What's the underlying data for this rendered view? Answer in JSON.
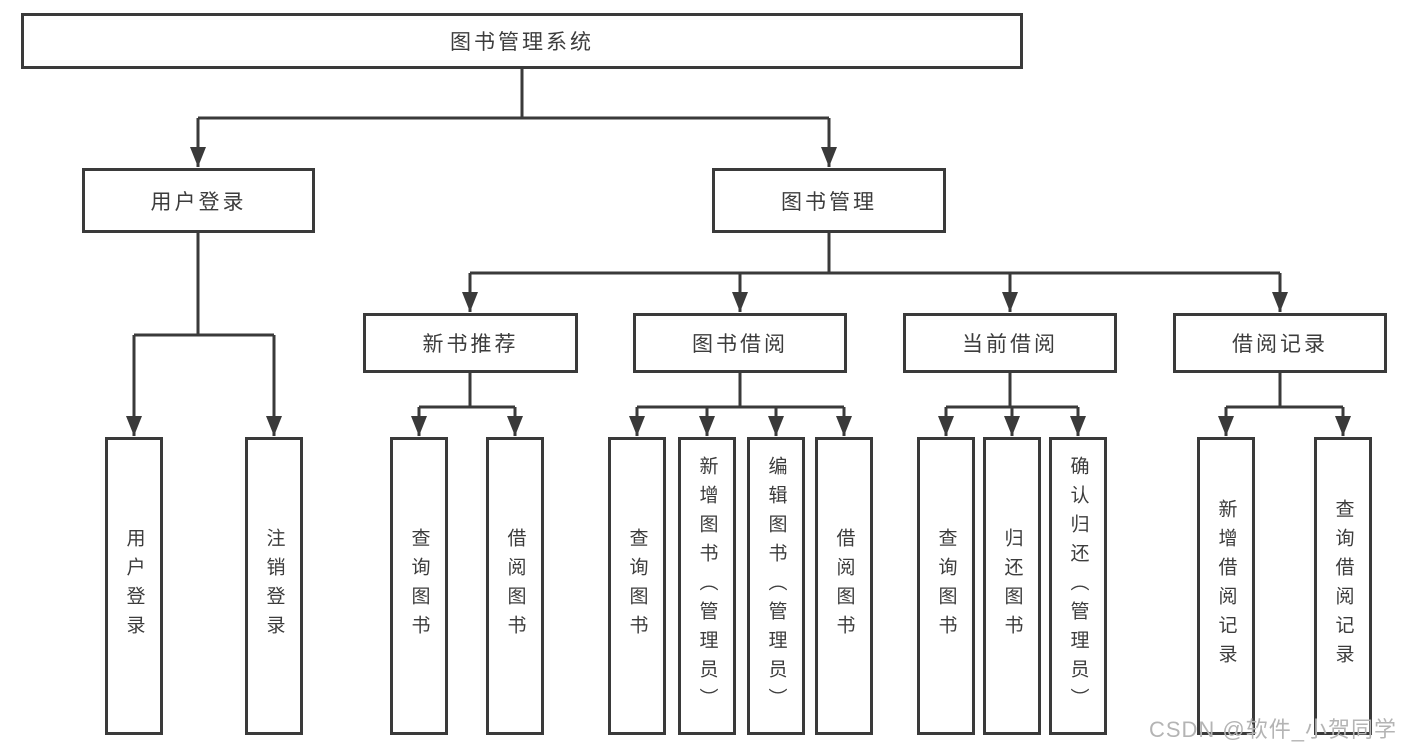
{
  "diagram": {
    "root": {
      "label": "图书管理系统"
    },
    "branches": [
      {
        "label": "用户登录",
        "children": [
          {
            "label": "用户登录"
          },
          {
            "label": "注销登录"
          }
        ]
      },
      {
        "label": "图书管理",
        "children": [
          {
            "label": "新书推荐",
            "children": [
              {
                "label": "查询图书"
              },
              {
                "label": "借阅图书"
              }
            ]
          },
          {
            "label": "图书借阅",
            "children": [
              {
                "label": "查询图书"
              },
              {
                "label": "新增图书（管理员）"
              },
              {
                "label": "编辑图书（管理员）"
              },
              {
                "label": "借阅图书"
              }
            ]
          },
          {
            "label": "当前借阅",
            "children": [
              {
                "label": "查询图书"
              },
              {
                "label": "归还图书"
              },
              {
                "label": "确认归还（管理员）"
              }
            ]
          },
          {
            "label": "借阅记录",
            "children": [
              {
                "label": "新增借阅记录"
              },
              {
                "label": "查询借阅记录"
              }
            ]
          }
        ]
      }
    ]
  },
  "watermark": {
    "text": "CSDN @软件_小贺同学"
  },
  "colors": {
    "line": "#3a3a3a",
    "text": "#3c3c3c",
    "box_background": "#ffffff",
    "watermark": "#b4b4b4",
    "background": "#ffffff"
  }
}
